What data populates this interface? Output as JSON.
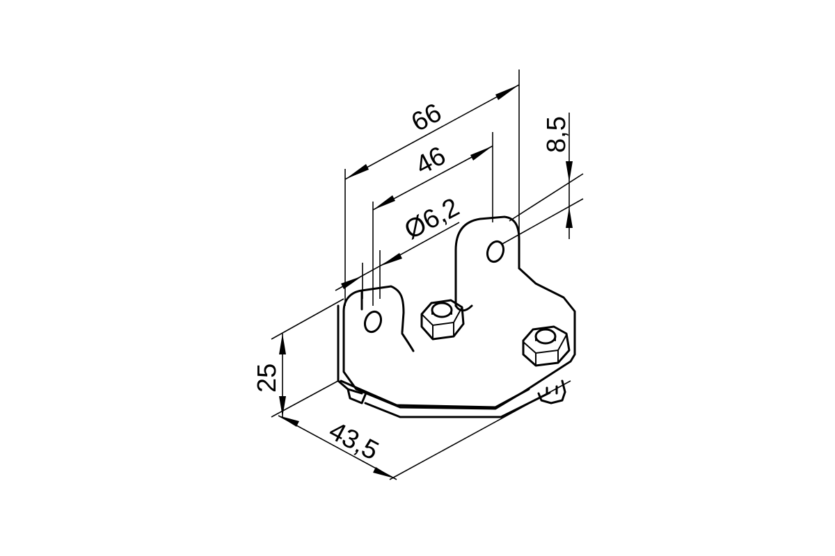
{
  "dimensions": {
    "width_overall": "66",
    "hole_spacing": "46",
    "hole_diameter": "Ø6,2",
    "offset": "8,5",
    "height": "25",
    "depth": "43,5"
  }
}
